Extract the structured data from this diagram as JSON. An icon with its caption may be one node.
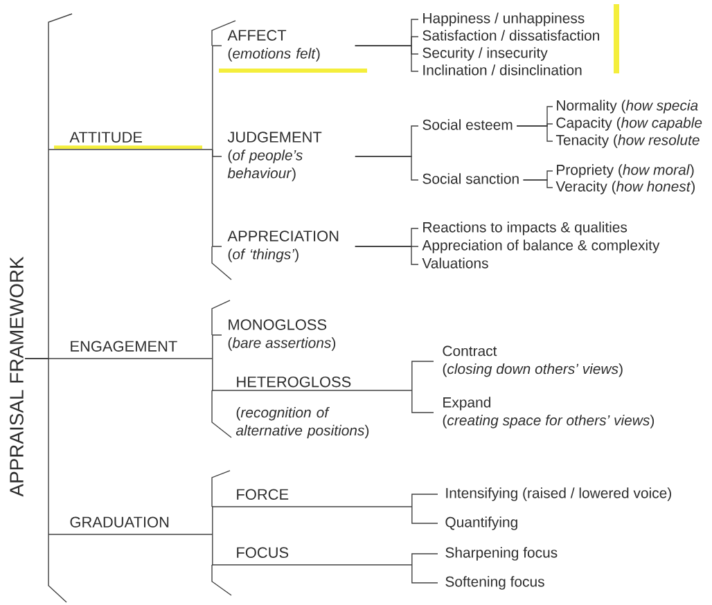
{
  "diagram": {
    "nodes": [
      {
        "text": [
          "APPRAISAL FRAMEWORK"
        ]
      },
      {
        "text": [
          "ATTITUDE"
        ]
      },
      {
        "text": [
          "ENGAGEMENT"
        ]
      },
      {
        "text": [
          "GRADUATION"
        ]
      },
      {
        "text": [
          "AFFECT",
          "(*emotions felt*)"
        ]
      },
      {
        "text": [
          "JUDGEMENT",
          "(*of people’s behaviour*)"
        ]
      },
      {
        "text": [
          "APPRECIATION",
          "(*of ‘things’*)"
        ]
      },
      {
        "text": [
          "Happiness / unhappiness"
        ]
      },
      {
        "text": [
          "Satisfaction / dissatisfaction"
        ]
      },
      {
        "text": [
          "Security / insecurity"
        ]
      },
      {
        "text": [
          "Inclination / disinclination"
        ]
      },
      {
        "text": [
          "Social esteem"
        ]
      },
      {
        "text": [
          "Social sanction"
        ]
      },
      {
        "text": [
          "Normality (*how specia*"
        ]
      },
      {
        "text": [
          "Capacity (*how capable*"
        ]
      },
      {
        "text": [
          "Tenacity (*how resolute*"
        ]
      },
      {
        "text": [
          "Propriety (*how moral*)"
        ]
      },
      {
        "text": [
          "Veracity (*how honest*)"
        ]
      },
      {
        "text": [
          "Reactions to impacts & qualities"
        ]
      },
      {
        "text": [
          "Appreciation of balance & complexity"
        ]
      },
      {
        "text": [
          "Valuations"
        ]
      },
      {
        "text": [
          "MONOGLOSS",
          "(*bare assertions*)"
        ]
      },
      {
        "text": [
          "HETEROGLOSS",
          "(*recognition of alternative positions*)"
        ]
      },
      {
        "text": [
          "Contract",
          "(*closing down others’ views*)"
        ]
      },
      {
        "text": [
          "Expand",
          "(*creating space for others’ views*)"
        ]
      },
      {
        "text": [
          "FORCE"
        ]
      },
      {
        "text": [
          "FOCUS"
        ]
      },
      {
        "text": [
          "Intensifying (raised / lowered voice)"
        ]
      },
      {
        "text": [
          "Quantifying"
        ]
      },
      {
        "text": [
          "Sharpening focus"
        ]
      },
      {
        "text": [
          "Softening focus"
        ]
      }
    ],
    "edges": [
      {
        "from": 0,
        "to": 1,
        "arrow": "none"
      },
      {
        "from": 0,
        "to": 2,
        "arrow": "none"
      },
      {
        "from": 0,
        "to": 3,
        "arrow": "none"
      },
      {
        "from": 1,
        "to": 4,
        "arrow": "none"
      },
      {
        "from": 1,
        "to": 5,
        "arrow": "none"
      },
      {
        "from": 1,
        "to": 6,
        "arrow": "none"
      },
      {
        "from": 4,
        "to": 7,
        "arrow": "none"
      },
      {
        "from": 4,
        "to": 8,
        "arrow": "none"
      },
      {
        "from": 4,
        "to": 9,
        "arrow": "none"
      },
      {
        "from": 4,
        "to": 10,
        "arrow": "none"
      },
      {
        "from": 5,
        "to": 11,
        "arrow": "none"
      },
      {
        "from": 5,
        "to": 12,
        "arrow": "none"
      },
      {
        "from": 11,
        "to": 13,
        "arrow": "none"
      },
      {
        "from": 11,
        "to": 14,
        "arrow": "none"
      },
      {
        "from": 11,
        "to": 15,
        "arrow": "none"
      },
      {
        "from": 12,
        "to": 16,
        "arrow": "none"
      },
      {
        "from": 12,
        "to": 17,
        "arrow": "none"
      },
      {
        "from": 6,
        "to": 18,
        "arrow": "none"
      },
      {
        "from": 6,
        "to": 19,
        "arrow": "none"
      },
      {
        "from": 6,
        "to": 20,
        "arrow": "none"
      },
      {
        "from": 2,
        "to": 21,
        "arrow": "none"
      },
      {
        "from": 2,
        "to": 22,
        "arrow": "none"
      },
      {
        "from": 22,
        "to": 23,
        "arrow": "none"
      },
      {
        "from": 22,
        "to": 24,
        "arrow": "none"
      },
      {
        "from": 3,
        "to": 25,
        "arrow": "none"
      },
      {
        "from": 3,
        "to": 26,
        "arrow": "none"
      },
      {
        "from": 25,
        "to": 27,
        "arrow": "none"
      },
      {
        "from": 25,
        "to": 28,
        "arrow": "none"
      },
      {
        "from": 26,
        "to": 29,
        "arrow": "none"
      },
      {
        "from": 26,
        "to": 30,
        "arrow": "none"
      }
    ]
  }
}
